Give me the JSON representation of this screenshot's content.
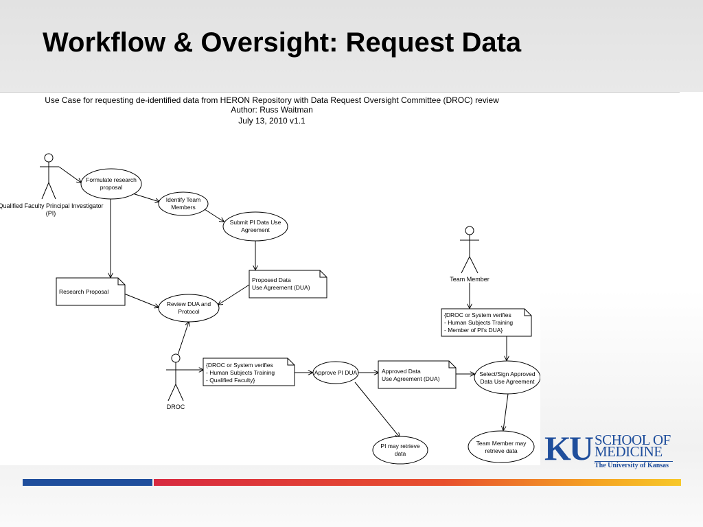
{
  "slide": {
    "title": "Workflow & Oversight: Request Data"
  },
  "diagram": {
    "header": {
      "line1": "Use Case for requesting de-identified data from HERON Repository with Data Request Oversight Committee (DROC) review",
      "line2": "Author: Russ Waitman",
      "line3": "July 13, 2010 v1.1"
    },
    "actors": {
      "pi": {
        "line1": "Qualified Faculty Principal Investigator",
        "line2": "(PI)"
      },
      "team_member": {
        "label": "Team Member"
      },
      "droc": {
        "label": "DROC"
      }
    },
    "use_cases": {
      "formulate": {
        "line1": "Formulate research",
        "line2": "proposal"
      },
      "identify": {
        "line1": "Identify Team",
        "line2": "Members"
      },
      "submit": {
        "line1": "Submit PI Data Use",
        "line2": "Agreement"
      },
      "review": {
        "line1": "Review DUA and",
        "line2": "Protocol"
      },
      "approve": {
        "line1": "Approve PI DUA"
      },
      "pi_retrieve": {
        "line1": "PI may retrieve",
        "line2": "data"
      },
      "select_sign": {
        "line1": "Select/Sign Approved",
        "line2": "Data Use Agreement"
      },
      "team_retrieve": {
        "line1": "Team Member may",
        "line2": "retrieve data"
      }
    },
    "documents": {
      "research_proposal": {
        "line1": "Research Proposal"
      },
      "proposed_dua": {
        "line1": "Proposed Data",
        "line2": "Use Agreement (DUA)"
      },
      "droc_verifies_pi": {
        "line1": "{DROC or System verifies",
        "line2": "- Human Subjects Training",
        "line3": "- Qualified Faculty}"
      },
      "approved_dua": {
        "line1": "Approved Data",
        "line2": "Use Agreement (DUA)"
      },
      "droc_verifies_team": {
        "line1": "{DROC or System verifies",
        "line2": "- Human Subjects Training",
        "line3": "- Member of PI's DUA}"
      }
    }
  },
  "logo": {
    "mark": "KU",
    "line1": "SCHOOL OF",
    "line2": "MEDICINE",
    "line3": "The University of Kansas"
  },
  "colors": {
    "brand_blue": "#1f4e9c",
    "bar_red": "#d82a40",
    "bar_yellow": "#f7c82a"
  }
}
